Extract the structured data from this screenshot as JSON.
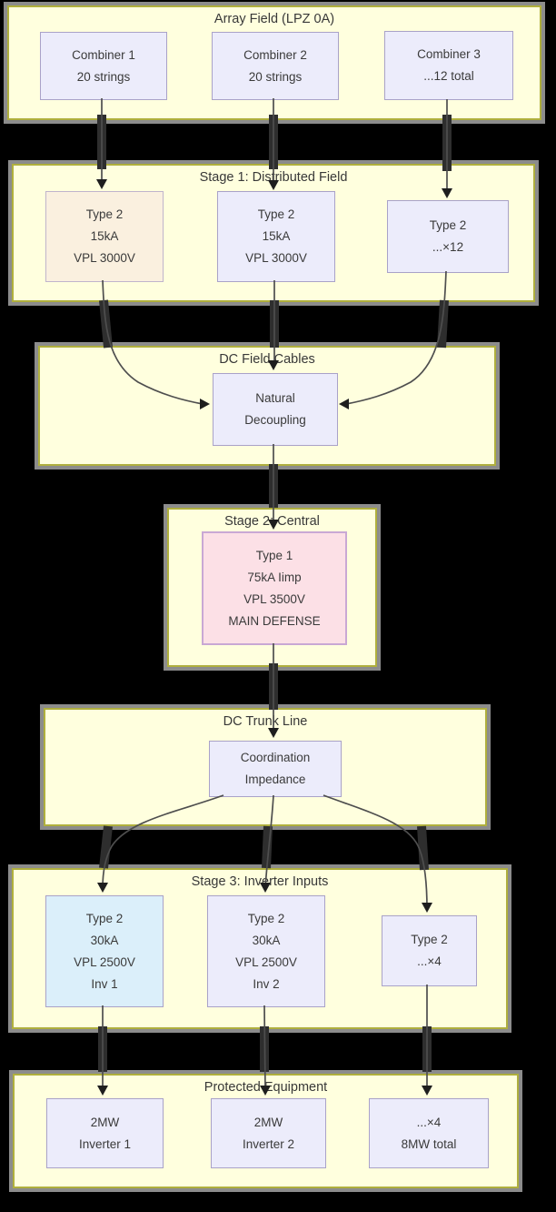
{
  "diagram_type": "flowchart",
  "background_color": "#000000",
  "colors": {
    "container_fill": "#FFFFDE",
    "container_border": "#AFAF3D",
    "container_shadow": "#8C8C8C",
    "node_fill_default": "#ECECFB",
    "node_border_default": "#A9A2C8",
    "node_fill_peach": "#FAF0DF",
    "node_fill_pink": "#FCE0E6",
    "node_border_pink": "#C9A8D4",
    "node_fill_blue": "#DBEFFA",
    "edge_color": "#4E4E4E",
    "text_color": "#3A3A3A"
  },
  "containers": {
    "array_field": {
      "title": "Array Field (LPZ 0A)"
    },
    "stage1": {
      "title": "Stage 1: Distributed Field"
    },
    "dc_field_cables": {
      "title": "DC Field Cables"
    },
    "stage2": {
      "title": "Stage 2: Central"
    },
    "dc_trunk": {
      "title": "DC Trunk Line"
    },
    "stage3": {
      "title": "Stage 3: Inverter Inputs"
    },
    "protected": {
      "title": "Protected Equipment"
    }
  },
  "nodes": {
    "combiner1": {
      "lines": [
        "Combiner 1",
        "20 strings"
      ]
    },
    "combiner2": {
      "lines": [
        "Combiner 2",
        "20 strings"
      ]
    },
    "combiner3": {
      "lines": [
        "Combiner 3",
        "...12 total"
      ]
    },
    "spd1_1": {
      "lines": [
        "Type 2",
        "15kA",
        "VPL 3000V"
      ]
    },
    "spd1_2": {
      "lines": [
        "Type 2",
        "15kA",
        "VPL 3000V"
      ]
    },
    "spd1_n": {
      "lines": [
        "Type 2",
        "...×12"
      ]
    },
    "decoupling": {
      "lines": [
        "Natural",
        "Decoupling"
      ]
    },
    "spd2": {
      "lines": [
        "Type 1",
        "75kA Iimp",
        "VPL 3500V",
        "MAIN DEFENSE"
      ]
    },
    "impedance": {
      "lines": [
        "Coordination",
        "Impedance"
      ]
    },
    "spd3_1": {
      "lines": [
        "Type 2",
        "30kA",
        "VPL 2500V",
        "Inv 1"
      ]
    },
    "spd3_2": {
      "lines": [
        "Type 2",
        "30kA",
        "VPL 2500V",
        "Inv 2"
      ]
    },
    "spd3_n": {
      "lines": [
        "Type 2",
        "...×4"
      ]
    },
    "inverter1": {
      "lines": [
        "2MW",
        "Inverter 1"
      ]
    },
    "inverter2": {
      "lines": [
        "2MW",
        "Inverter 2"
      ]
    },
    "inverter_n": {
      "lines": [
        "...×4",
        "8MW total"
      ]
    }
  },
  "edges": [
    {
      "from": "combiner1",
      "to": "spd1_1"
    },
    {
      "from": "combiner2",
      "to": "spd1_2"
    },
    {
      "from": "combiner3",
      "to": "spd1_n"
    },
    {
      "from": "spd1_1",
      "to": "decoupling"
    },
    {
      "from": "spd1_2",
      "to": "decoupling"
    },
    {
      "from": "spd1_n",
      "to": "decoupling"
    },
    {
      "from": "decoupling",
      "to": "spd2"
    },
    {
      "from": "spd2",
      "to": "impedance"
    },
    {
      "from": "impedance",
      "to": "spd3_1"
    },
    {
      "from": "impedance",
      "to": "spd3_2"
    },
    {
      "from": "impedance",
      "to": "spd3_n"
    },
    {
      "from": "spd3_1",
      "to": "inverter1"
    },
    {
      "from": "spd3_2",
      "to": "inverter2"
    },
    {
      "from": "spd3_n",
      "to": "inverter_n"
    }
  ]
}
